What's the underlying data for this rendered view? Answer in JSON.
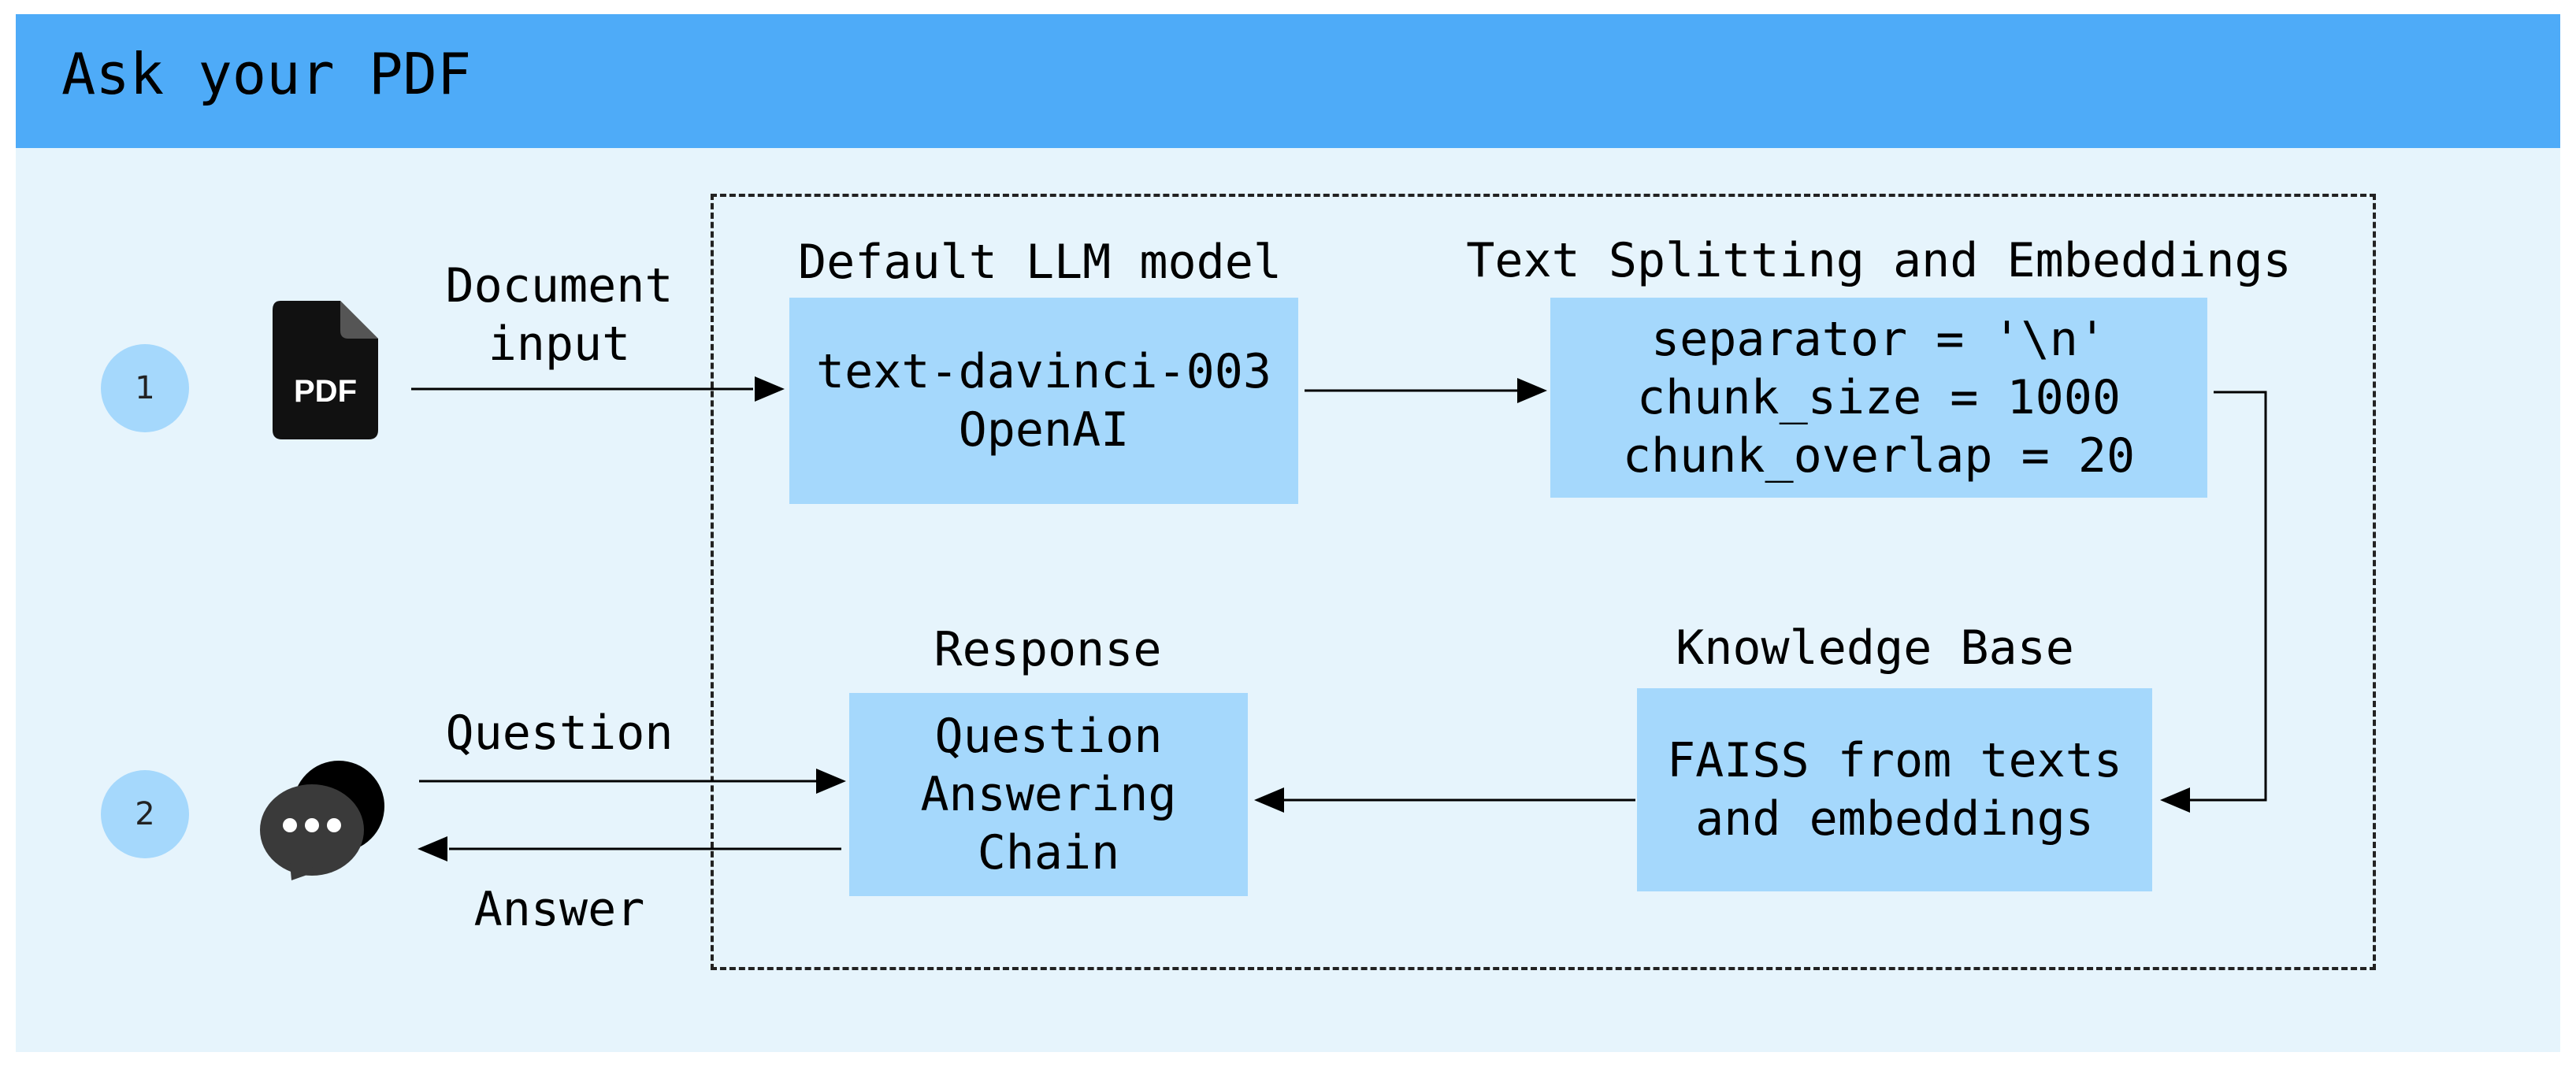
{
  "header": {
    "title": "Ask your PDF"
  },
  "steps": {
    "one": "1",
    "two": "2"
  },
  "icons": {
    "pdf_text": "PDF",
    "pdf_icon": "pdf-file-icon",
    "chat_icon": "chat-bubbles-icon"
  },
  "flow_labels": {
    "document_input_line1": "Document",
    "document_input_line2": "input",
    "question": "Question",
    "answer": "Answer"
  },
  "llm": {
    "heading": "Default LLM model",
    "line1": "text-davinci-003",
    "line2": "OpenAI"
  },
  "splitting": {
    "heading": "Text Splitting and Embeddings",
    "line1": "separator = '\\n'",
    "line2": "chunk_size = 1000",
    "line3": "chunk_overlap = 20"
  },
  "knowledge": {
    "heading": "Knowledge Base",
    "line1": "FAISS from texts",
    "line2": "and embeddings"
  },
  "response": {
    "heading": "Response",
    "line1": "Question",
    "line2": "Answering",
    "line3": "Chain"
  },
  "colors": {
    "header": "#4eabf8",
    "background": "#e6f4fc",
    "box": "#a5d8fc"
  }
}
